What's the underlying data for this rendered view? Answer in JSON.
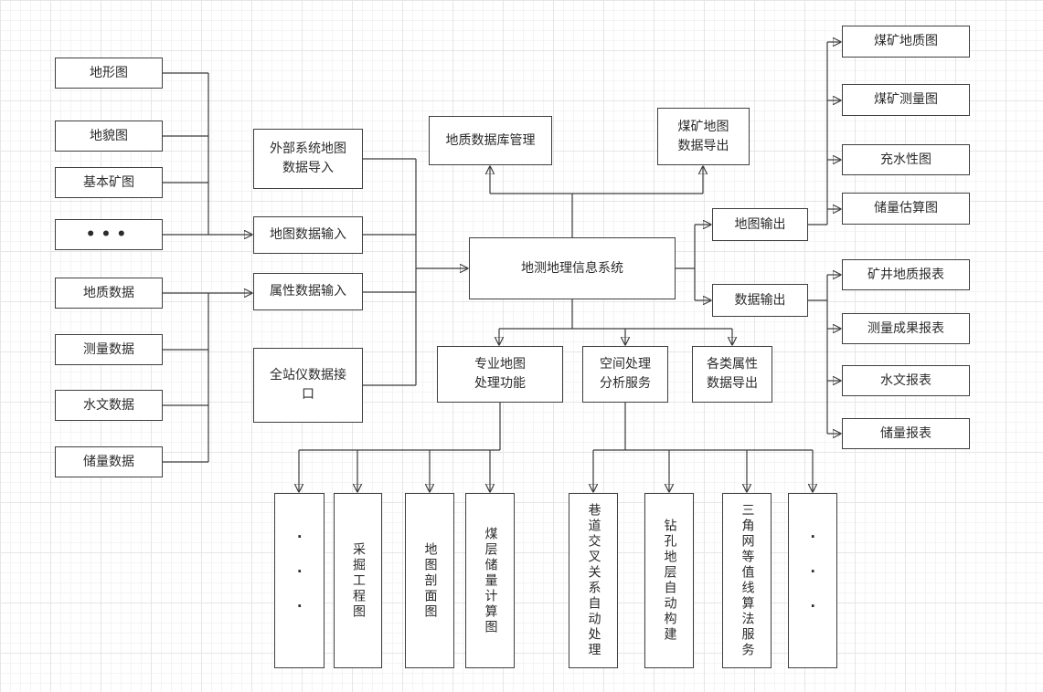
{
  "nodes": {
    "left_sources": [
      "地形图",
      "地貌图",
      "基本矿图",
      "•••",
      "地质数据",
      "测量数据",
      "水文数据",
      "储量数据"
    ],
    "input_modules": [
      "外部系统地图\n数据导入",
      "地图数据输入",
      "属性数据输入",
      "全站仪数据接口"
    ],
    "center_system": "地测地理信息系统",
    "top_modules": [
      "地质数据库管理",
      "煤矿地图\n数据导出"
    ],
    "output_channels": [
      "地图输出",
      "数据输出"
    ],
    "map_products": [
      "煤矿地质图",
      "煤矿测量图",
      "充水性图",
      "储量估算图"
    ],
    "report_products": [
      "矿井地质报表",
      "测量成果报表",
      "水文报表",
      "储量报表"
    ],
    "service_modules": [
      "专业地图\n处理功能",
      "空间处理\n分析服务",
      "各类属性\n数据导出"
    ],
    "map_functions": [
      "···",
      "采掘工程图",
      "地图剖面图",
      "煤层储量计算图"
    ],
    "analysis_functions": [
      "巷道交叉关系自动处理",
      "钻孔地层自动构建",
      "三角网等值线算法服务",
      "···"
    ]
  },
  "style": {
    "line_color": "#3b3b3b",
    "box_border_color": "#3f3f3f",
    "box_fill": "#ffffff",
    "grid_color": "#e6e6e6"
  }
}
